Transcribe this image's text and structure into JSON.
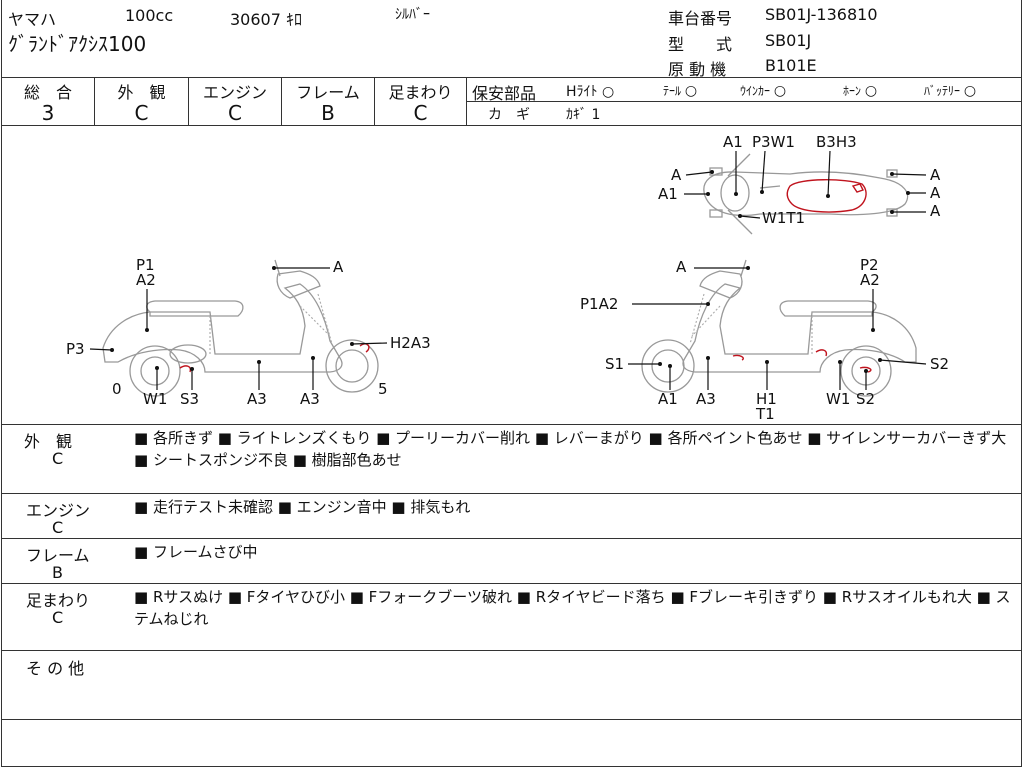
{
  "header": {
    "maker": "ヤマハ",
    "displacement": "100cc",
    "mileage": "30607 ｷﾛ",
    "color": "ｼﾙﾊﾞｰ",
    "model_name": "ｸﾞﾗﾝﾄﾞｱｸｼｽ100",
    "frame_no_label": "車台番号",
    "frame_no_value": "SB01J-136810",
    "type_label": "型　　式",
    "type_value": "SB01J",
    "engine_label": "原 動 機",
    "engine_value": "B101E"
  },
  "grades": [
    {
      "label": "総　合",
      "value": "3"
    },
    {
      "label": "外　観",
      "value": "C"
    },
    {
      "label": "エンジン",
      "value": "C"
    },
    {
      "label": "フレーム",
      "value": "B"
    },
    {
      "label": "足まわり",
      "value": "C"
    }
  ],
  "safety": {
    "label": "保安部品",
    "items": [
      "Hﾗｲﾄ",
      "ﾃｰﾙ",
      "ｳｲﾝｶｰ",
      "ﾎｰﾝ",
      "ﾊﾞｯﾃﾘｰ"
    ],
    "mark": "○",
    "key_label": "カ　ギ",
    "key_value": "ｶｷﾞ 1"
  },
  "diagram_labels": {
    "top": [
      "A1",
      "P3W1",
      "B3H3",
      "A",
      "A1",
      "A",
      "A",
      "A",
      "W1T1"
    ],
    "left": [
      "P1",
      "A2",
      "A",
      "P3",
      "H2A3",
      "0",
      "W1",
      "S3",
      "A3",
      "A3",
      "5"
    ],
    "right": [
      "A",
      "P2",
      "A2",
      "P1A2",
      "S1",
      "S2",
      "A1",
      "A3",
      "H1",
      "T1",
      "W1",
      "S2"
    ]
  },
  "sections": [
    {
      "label": "外　観",
      "grade": "C",
      "text": "■ 各所きず ■ ライトレンズくもり ■ プーリーカバー削れ ■ レバーまがり ■ 各所ペイント色あせ ■ サイレンサーカバーきず大 ■ シートスポンジ不良 ■ 樹脂部色あせ"
    },
    {
      "label": "エンジン",
      "grade": "C",
      "text": "■ 走行テスト未確認 ■ エンジン音中 ■ 排気もれ"
    },
    {
      "label": "フレーム",
      "grade": "B",
      "text": "■ フレームさび中"
    },
    {
      "label": "足まわり",
      "grade": "C",
      "text": "■ Rサスぬけ ■ Fタイヤひび小 ■ Fフォークブーツ破れ ■ Rタイヤビード落ち ■ Fブレーキ引きずり ■ Rサスオイルもれ大 ■ ステムねじれ"
    },
    {
      "label": "そ の 他",
      "grade": "",
      "text": ""
    }
  ]
}
